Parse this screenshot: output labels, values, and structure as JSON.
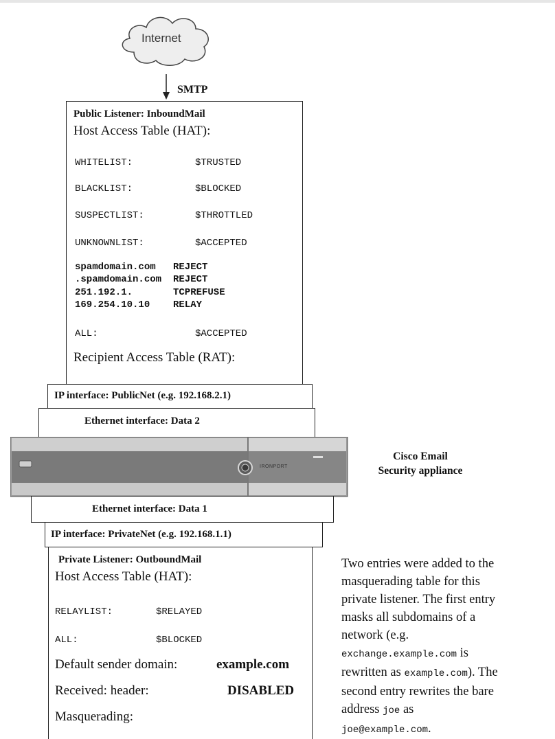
{
  "cloud": {
    "label": "Internet"
  },
  "arrow": {
    "label": "SMTP"
  },
  "public_listener": {
    "title": "Public Listener: InboundMail",
    "hat_heading": "Host Access Table (HAT):",
    "groups": [
      {
        "name": "WHITELIST:",
        "policy": "$TRUSTED"
      },
      {
        "name": "BLACKLIST:",
        "policy": "$BLOCKED"
      },
      {
        "name": "SUSPECTLIST:",
        "policy": "$THROTTLED"
      },
      {
        "name": "UNKNOWNLIST:",
        "policy": "$ACCEPTED"
      }
    ],
    "rules": [
      {
        "sender": "spamdomain.com",
        "action": "REJECT"
      },
      {
        "sender": ".spamdomain.com",
        "action": "REJECT"
      },
      {
        "sender": "251.192.1.",
        "action": "TCPREFUSE"
      },
      {
        "sender": "169.254.10.10",
        "action": "RELAY"
      }
    ],
    "all_row": {
      "name": "ALL:",
      "policy": "$ACCEPTED"
    },
    "rat_heading": "Recipient Access Table (RAT):"
  },
  "ip_public": "IP interface: PublicNet (e.g. 192.168.2.1)",
  "eth_data2": "Ethernet interface: Data 2",
  "appliance": {
    "brand": "IRONPORT",
    "label_line1": "Cisco Email",
    "label_line2": "Security appliance"
  },
  "eth_data1": "Ethernet interface: Data 1",
  "ip_private": "IP interface: PrivateNet (e.g. 192.168.1.1)",
  "private_listener": {
    "title": "Private Listener: OutboundMail",
    "hat_heading": "Host Access Table (HAT):",
    "rows": [
      {
        "name": "RELAYLIST:",
        "policy": "$RELAYED"
      },
      {
        "name": "ALL:",
        "policy": "$BLOCKED"
      }
    ],
    "default_sender_label": "Default sender domain:",
    "default_sender_value": "example.com",
    "received_label": "Received: header:",
    "received_value": "DISABLED",
    "masquerading_label": "Masquerading:"
  },
  "note": {
    "line1": "Two entries were added to the",
    "line2": "masquerading table for this",
    "line3": "private listener. The first entry",
    "line4": "masks all subdomains of a",
    "line5": "network (e.g.",
    "code1": "exchange.example.com",
    "text1": " is",
    "line7_pre": "rewritten as ",
    "code2": "example.com",
    "line7_post": "). The",
    "line8": "second entry rewrites the bare",
    "line9_pre": "address ",
    "code3": "joe",
    "line9_post": " as",
    "code4": "joe@example.com",
    "line10_post": "."
  },
  "colors": {
    "appliance_body": "#8e8e8e",
    "appliance_panel": "#bdbdbd",
    "line": "#222222"
  }
}
